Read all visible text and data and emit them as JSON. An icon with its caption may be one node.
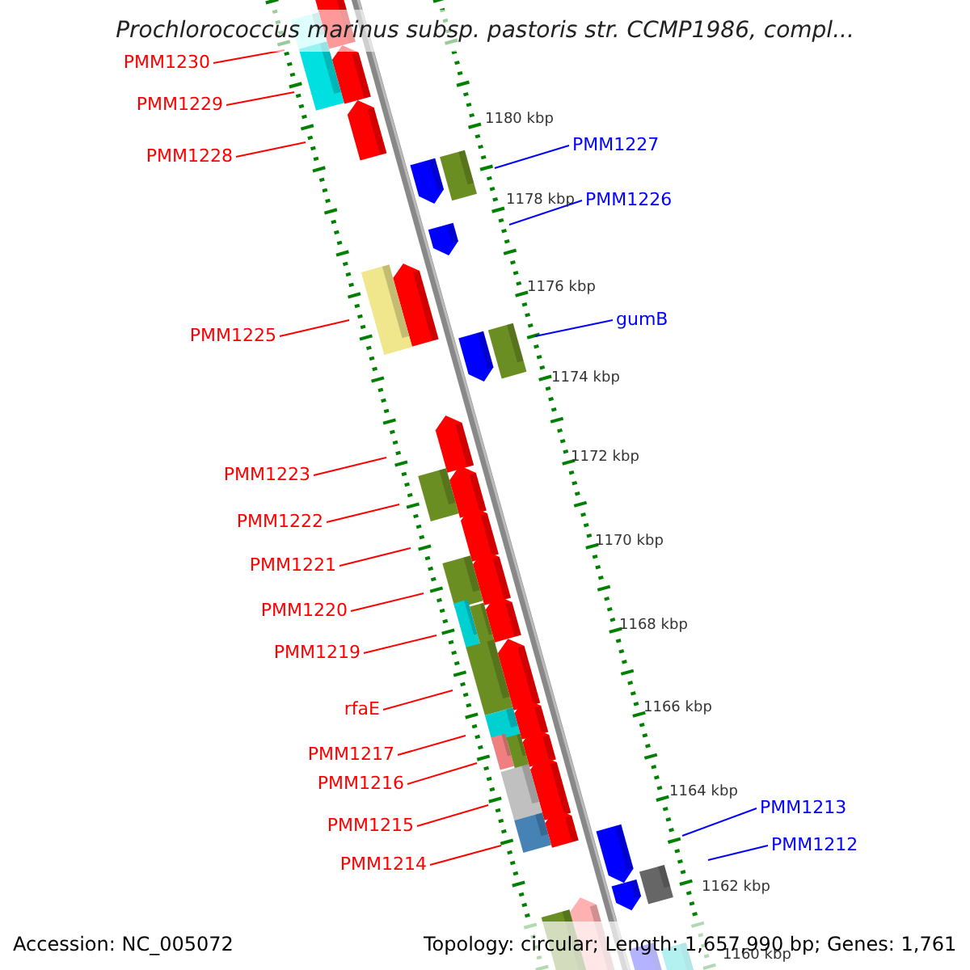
{
  "diagram": {
    "title": "Prochlorococcus marinus subsp. pastoris str. CCMP1986, compl...",
    "nodes": [
      {
        "text": [
          "PMM1230"
        ]
      },
      {
        "text": [
          "PMM1229"
        ]
      },
      {
        "text": [
          "PMM1228"
        ]
      },
      {
        "text": [
          "PMM1227"
        ]
      },
      {
        "text": [
          "PMM1226"
        ]
      },
      {
        "text": [
          "PMM1225"
        ]
      },
      {
        "text": [
          "gumB"
        ]
      },
      {
        "text": [
          "PMM1223"
        ]
      },
      {
        "text": [
          "PMM1222"
        ]
      },
      {
        "text": [
          "PMM1221"
        ]
      },
      {
        "text": [
          "PMM1220"
        ]
      },
      {
        "text": [
          "PMM1219"
        ]
      },
      {
        "text": [
          "rfaE"
        ]
      },
      {
        "text": [
          "PMM1217"
        ]
      },
      {
        "text": [
          "PMM1216"
        ]
      },
      {
        "text": [
          "PMM1215"
        ]
      },
      {
        "text": [
          "PMM1214"
        ]
      },
      {
        "text": [
          "PMM1213"
        ]
      },
      {
        "text": [
          "PMM1212"
        ]
      }
    ],
    "edges": [
      {
        "from": 0,
        "to": null,
        "arrow": "none"
      },
      {
        "from": 1,
        "to": null,
        "arrow": "none"
      },
      {
        "from": 2,
        "to": null,
        "arrow": "none"
      },
      {
        "from": 3,
        "to": null,
        "arrow": "none",
        "color": "#0000ff"
      },
      {
        "from": 4,
        "to": null,
        "arrow": "none",
        "color": "#0000ff"
      },
      {
        "from": 5,
        "to": null,
        "arrow": "none"
      },
      {
        "from": 6,
        "to": null,
        "arrow": "none",
        "color": "#0000ff"
      },
      {
        "from": 7,
        "to": null,
        "arrow": "none"
      },
      {
        "from": 8,
        "to": null,
        "arrow": "none"
      },
      {
        "from": 9,
        "to": null,
        "arrow": "none"
      },
      {
        "from": 10,
        "to": null,
        "arrow": "none"
      },
      {
        "from": 11,
        "to": null,
        "arrow": "none"
      },
      {
        "from": 12,
        "to": null,
        "arrow": "none"
      },
      {
        "from": 13,
        "to": null,
        "arrow": "none"
      },
      {
        "from": 14,
        "to": null,
        "arrow": "none"
      },
      {
        "from": 15,
        "to": null,
        "arrow": "none"
      },
      {
        "from": 16,
        "to": null,
        "arrow": "none"
      },
      {
        "from": 17,
        "to": null,
        "arrow": "none",
        "color": "#0000ff"
      },
      {
        "from": 18,
        "to": null,
        "arrow": "none",
        "color": "#0000ff"
      }
    ],
    "labels": [
      "1180 kbp",
      "1178 kbp",
      "1176 kbp",
      "1174 kbp",
      "1172 kbp",
      "1170 kbp",
      "1168 kbp",
      "1166 kbp",
      "1164 kbp",
      "1162 kbp",
      "1160 kbp",
      "Accession: NC_005072",
      "Topology: circular; Length: 1,657,990 bp; Genes: 1,761"
    ]
  }
}
